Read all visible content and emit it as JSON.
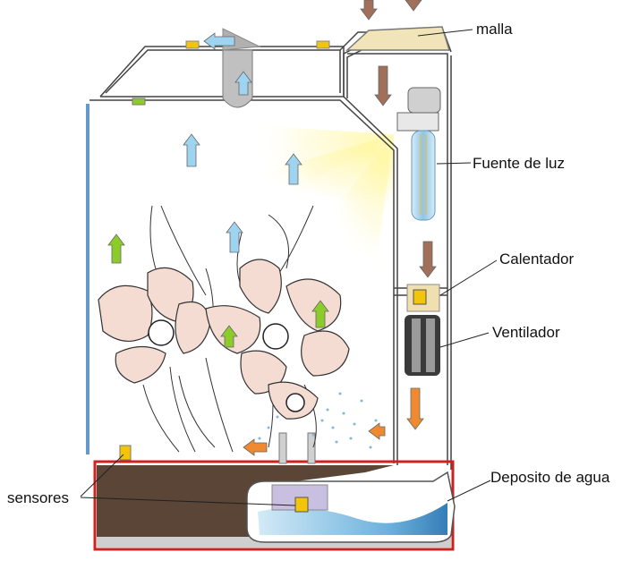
{
  "labels": {
    "mesh": "malla",
    "light_source": "Fuente de luz",
    "heater": "Calentador",
    "fan": "Ventilador",
    "water_tank": "Deposito de agua",
    "sensors": "sensores"
  },
  "colors": {
    "air_in_arrow": "#a0705a",
    "air_out_arrow": "#9fd4f0",
    "growth_arrow": "#8ccc2a",
    "heated_air_arrow": "#f08a30",
    "sensor": "#f2c40a",
    "soil_box_border": "#cc2222",
    "soil": "#5a4537",
    "glass_edge": "#6699cc",
    "mesh_fill": "#f0e4b8",
    "petal_fill": "#f5dcd2",
    "light_glow": "#fff59a"
  },
  "icons": [
    "flower-illustration",
    "light-tube-icon",
    "fan-icon",
    "heater-icon",
    "sensor-icon",
    "water-wave-icon",
    "air-flow-arrow"
  ]
}
